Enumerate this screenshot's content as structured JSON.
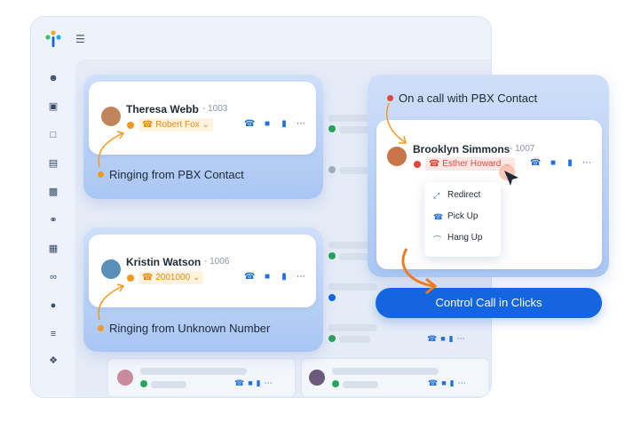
{
  "app": {
    "sidebar_icons": [
      "contacts-icon",
      "book-icon",
      "chat-icon",
      "queue-icon",
      "monitor-icon",
      "headset-icon",
      "report-icon",
      "voicemail-icon",
      "mic-icon",
      "list-icon",
      "puzzle-icon"
    ]
  },
  "cards": {
    "theresa": {
      "name": "Theresa Webb",
      "ext": "- 1003",
      "caller": "Robert Fox",
      "caption": "Ringing from PBX Contact"
    },
    "kristin": {
      "name": "Kristin Watson",
      "ext": "- 1006",
      "caller": "2001000",
      "caption": "Ringing from Unknown Number"
    },
    "brooklyn": {
      "name": "Brooklyn Simmons",
      "ext": "- 1007",
      "caller": "Esther Howard",
      "caption": "On a call with PBX Contact"
    }
  },
  "menu": {
    "items": [
      {
        "label": "Redirect",
        "icon": "redirect-icon"
      },
      {
        "label": "Pick Up",
        "icon": "phone-icon"
      },
      {
        "label": "Hang Up",
        "icon": "hangup-icon"
      }
    ]
  },
  "cta": {
    "label": "Control Call in Clicks"
  },
  "colors": {
    "accent": "#1466e0",
    "ringing": "#f39a1e",
    "active_call": "#e5483a",
    "online": "#27a45a"
  }
}
